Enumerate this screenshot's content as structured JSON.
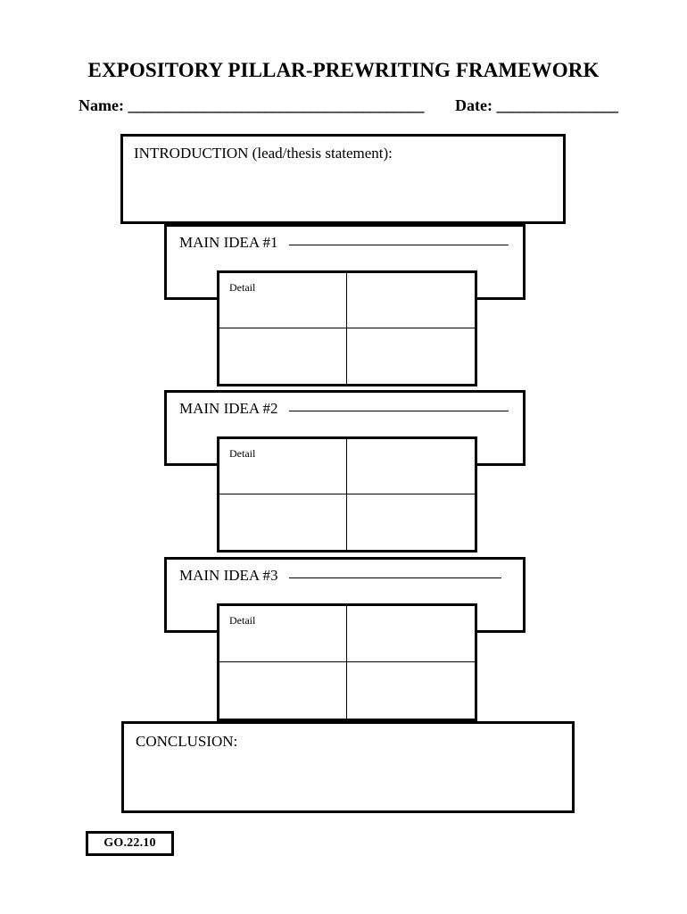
{
  "document": {
    "title": "EXPOSITORY PILLAR-PREWRITING FRAMEWORK",
    "name_label": "Name:",
    "name_rule": "_______________________________________",
    "date_label": "Date:",
    "date_rule": "________________"
  },
  "introduction": {
    "label": "INTRODUCTION (lead/thesis statement):"
  },
  "main_ideas": [
    {
      "label": "MAIN IDEA #1",
      "rule_style": "rule-long"
    },
    {
      "label": "MAIN IDEA #2",
      "rule_style": "rule-long"
    },
    {
      "label": "MAIN IDEA #3",
      "rule_style": "rule-short"
    }
  ],
  "detail_grids": [
    {
      "cells": [
        "Detail",
        "",
        "",
        ""
      ]
    },
    {
      "cells": [
        "Detail",
        "",
        "",
        ""
      ]
    },
    {
      "cells": [
        "Detail",
        "",
        "",
        ""
      ]
    }
  ],
  "conclusion": {
    "label": "CONCLUSION:"
  },
  "footer": {
    "code": "GO.22.10"
  },
  "colors": {
    "ink": "#000000",
    "paper": "#ffffff"
  }
}
